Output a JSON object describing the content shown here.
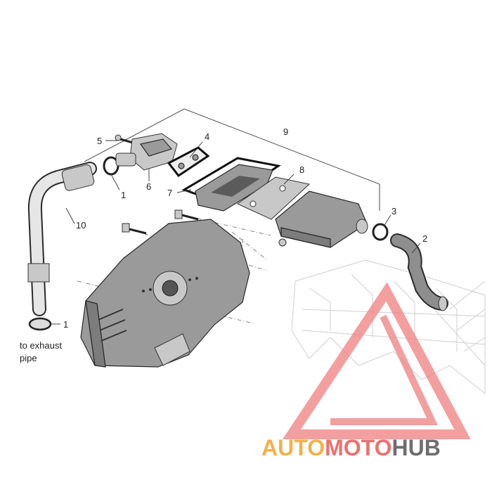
{
  "diagram": {
    "caption": [
      "to exhaust",
      "pipe"
    ],
    "callouts": [
      {
        "id": "c1a",
        "text": "1"
      },
      {
        "id": "c1b",
        "text": "1"
      },
      {
        "id": "c2",
        "text": "2"
      },
      {
        "id": "c3",
        "text": "3"
      },
      {
        "id": "c4",
        "text": "4"
      },
      {
        "id": "c5",
        "text": "5"
      },
      {
        "id": "c6",
        "text": "6"
      },
      {
        "id": "c7",
        "text": "7"
      },
      {
        "id": "c8",
        "text": "8"
      },
      {
        "id": "c9",
        "text": "9"
      },
      {
        "id": "c10",
        "text": "10"
      }
    ]
  },
  "watermark": {
    "auto": "AUTO",
    "moto": "MOTO",
    "hub": "HUB",
    "colors": {
      "auto": "#f2b24a",
      "moto": "#ef6f6f",
      "hub": "#6e6e6e",
      "triangle": "#f07f7f"
    }
  }
}
